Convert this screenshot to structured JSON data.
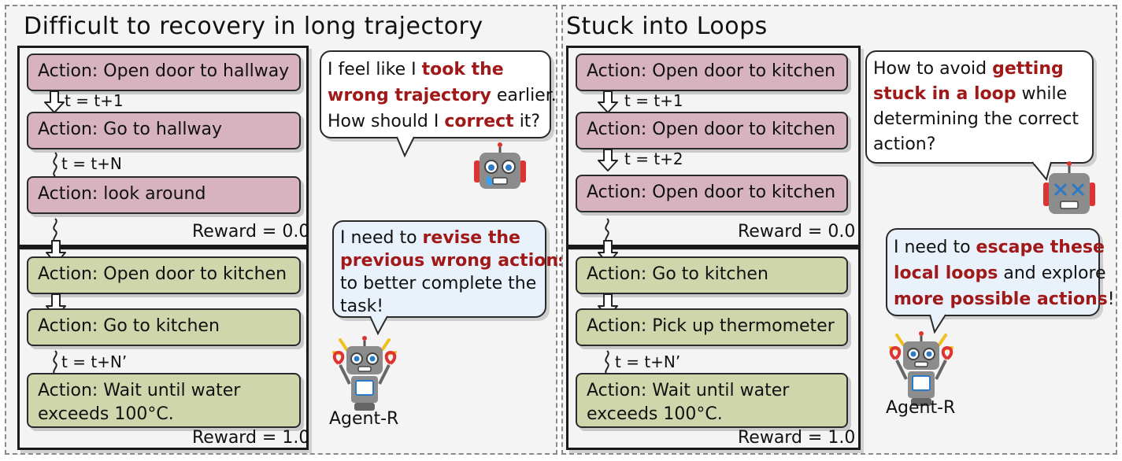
{
  "left": {
    "title": "Difficult to recovery in long trajectory",
    "actions_top": [
      "Action: Open door to hallway",
      "Action: Go to hallway",
      "Action: look around"
    ],
    "steps_top": [
      "t = t+1",
      "t = t+N"
    ],
    "reward_top": "Reward = 0.0",
    "actions_bottom": [
      "Action: Open door to kitchen",
      "Action: Go to kitchen"
    ],
    "action_final_lines": [
      "Action: Wait until water",
      "exceeds 100°C."
    ],
    "step_bottom": "t = t+N’",
    "reward_bottom": "Reward = 1.0",
    "bubble_top": {
      "l1a": "I feel like I ",
      "l1b": "took the",
      "l2a": "wrong trajectory",
      "l2b": " earlier.",
      "l3a": "How should I ",
      "l3b": "correct",
      "l3c": " it?"
    },
    "bubble_bottom": {
      "l1a": "I need to ",
      "l1b": "revise the",
      "l2a": "previous wrong actions",
      "l3a": "to better complete the",
      "l4a": "task!"
    },
    "agent_label": "Agent-R"
  },
  "right": {
    "title": "Stuck into Loops",
    "actions_top": [
      "Action: Open door to kitchen",
      "Action: Open door to kitchen",
      "Action: Open door to kitchen"
    ],
    "steps_top": [
      "t = t+1",
      "t = t+2"
    ],
    "reward_top": "Reward = 0.0",
    "actions_bottom": [
      "Action: Go to kitchen",
      "Action: Pick up thermometer"
    ],
    "action_final_lines": [
      "Action: Wait until water",
      "exceeds 100°C."
    ],
    "step_bottom": "t = t+N’",
    "reward_bottom": "Reward = 1.0",
    "bubble_top": {
      "l1a": "How to avoid ",
      "l1b": "getting",
      "l2a": "stuck in a loop",
      "l2b": " while",
      "l3a": "determining the correct",
      "l4a": "action?"
    },
    "bubble_bottom": {
      "l1a": "I need to ",
      "l1b": "escape these",
      "l2a": "local loops",
      "l2b": " and explore",
      "l3a": "more possible actions",
      "l3b": "!"
    },
    "agent_label": "Agent-R"
  },
  "colors": {
    "fail_box": "#d7b3c0",
    "success_box": "#cfd6ac",
    "highlight_text": "#a01818",
    "bubble_blue": "#e9f1fb"
  }
}
